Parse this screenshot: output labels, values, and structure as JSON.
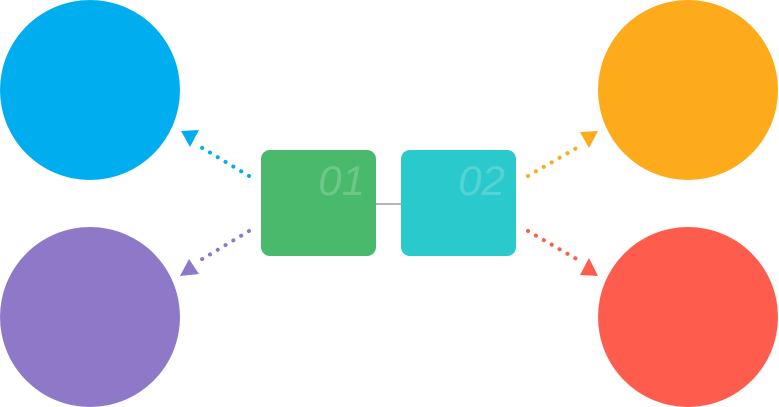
{
  "colors": {
    "blue": "#00AEEF",
    "orange": "#FDAA1B",
    "purple": "#8E79C8",
    "red": "#FE5C4D",
    "green": "#49BA6B",
    "teal": "#2AC9CB",
    "connector": "#B5B5B5"
  },
  "boxes": [
    {
      "id": "box-01",
      "label": "01",
      "color_key": "green"
    },
    {
      "id": "box-02",
      "label": "02",
      "color_key": "teal"
    }
  ],
  "circles": [
    {
      "id": "circle-top-left",
      "color_key": "blue"
    },
    {
      "id": "circle-bottom-left",
      "color_key": "purple"
    },
    {
      "id": "circle-top-right",
      "color_key": "orange"
    },
    {
      "id": "circle-bottom-right",
      "color_key": "red"
    }
  ],
  "arrows": [
    {
      "id": "arrow-to-top-left",
      "from": "box-01",
      "to": "circle-top-left",
      "color_key": "blue",
      "style": "dotted"
    },
    {
      "id": "arrow-to-bottom-left",
      "from": "box-01",
      "to": "circle-bottom-left",
      "color_key": "purple",
      "style": "dotted"
    },
    {
      "id": "arrow-to-top-right",
      "from": "box-02",
      "to": "circle-top-right",
      "color_key": "orange",
      "style": "dotted"
    },
    {
      "id": "arrow-to-bottom-right",
      "from": "box-02",
      "to": "circle-bottom-right",
      "color_key": "red",
      "style": "dotted"
    }
  ]
}
